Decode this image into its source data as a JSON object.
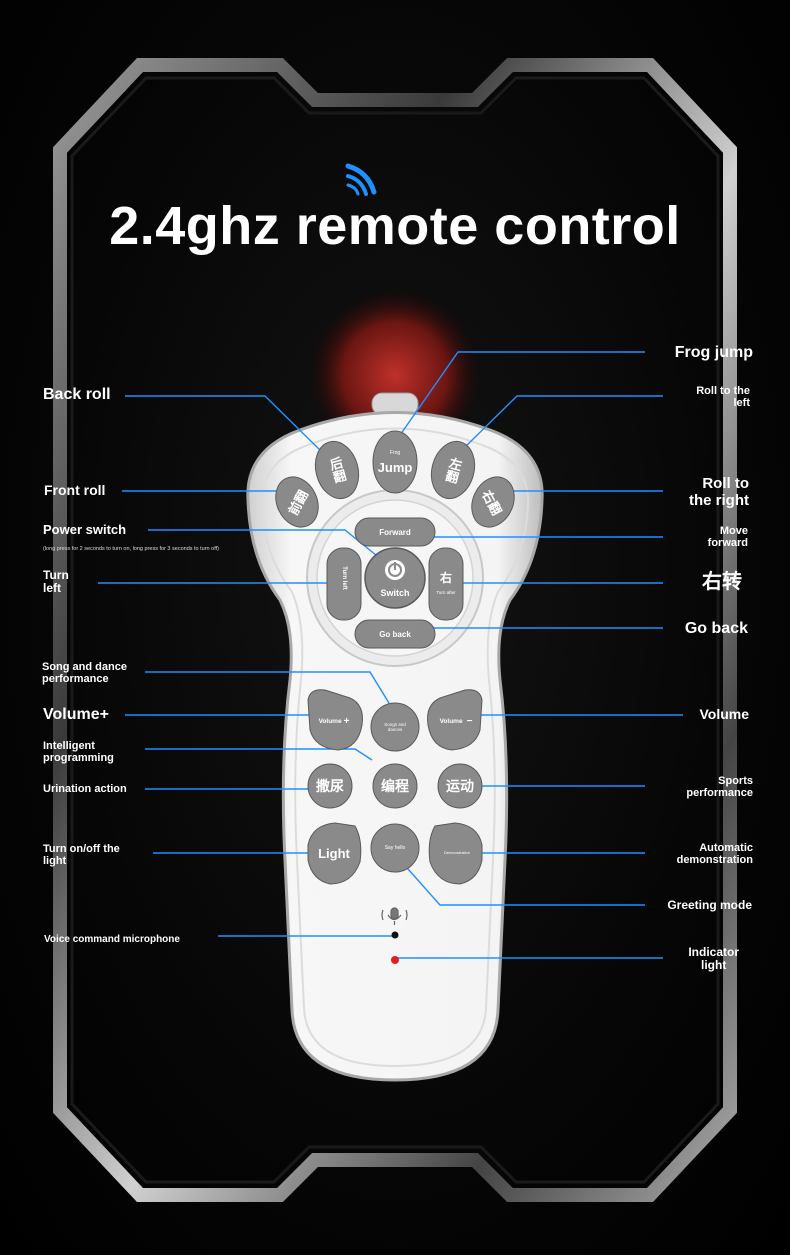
{
  "header": {
    "title": "2.4ghz remote control"
  },
  "labels_left": {
    "back_roll": "Back roll",
    "front_roll": "Front roll",
    "power_switch": "Power switch",
    "power_note": "(long press for 2 seconds to turn on, long press for 3 seconds to turn off)",
    "turn_left_1": "Turn",
    "turn_left_2": "left",
    "song_dance_1": "Song and dance",
    "song_dance_2": "performance",
    "volume_plus": "Volume+",
    "intelligent_1": "Intelligent",
    "intelligent_2": "programming",
    "urination": "Urination action",
    "light_1": "Turn on/off the",
    "light_2": "light",
    "mic": "Voice command microphone"
  },
  "labels_right": {
    "frog_jump": "Frog jump",
    "roll_left_1": "Roll to the",
    "roll_left_2": "left",
    "roll_right_1": "Roll to",
    "roll_right_2": "the right",
    "move_forward_1": "Move",
    "move_forward_2": "forward",
    "turn_right_cn": "右转",
    "go_back": "Go back",
    "volume": "Volume",
    "sports_1": "Sports",
    "sports_2": "performance",
    "auto_demo_1": "Automatic",
    "auto_demo_2": "demonstration",
    "greeting": "Greeting mode",
    "indicator_1": "Indicator",
    "indicator_2": "light"
  },
  "buttons": {
    "front_roll_cn": "前翻",
    "back_roll_cn": "后翻",
    "frog_small": "Frog",
    "jump": "Jump",
    "roll_left_cn": "左翻",
    "roll_right_cn": "右翻",
    "forward": "Forward",
    "turn_left": "Turn left",
    "switch": "Switch",
    "turn_right_cn": "右",
    "turn_right_small": "Turn after",
    "go_back": "Go back",
    "volume_plus": "Volume",
    "songs": "Songs and dances",
    "volume_minus": "Volume",
    "urinate_cn": "撒尿",
    "program_cn": "编程",
    "sport_cn": "运动",
    "light": "Light",
    "say_hello": "Say hello",
    "demonstration": "Demonstration"
  },
  "colors": {
    "accent_line": "#1e90ff",
    "button_gray": "#8a8a8a",
    "remote_body": "#f2f2f2",
    "indicator": "#e02020"
  }
}
